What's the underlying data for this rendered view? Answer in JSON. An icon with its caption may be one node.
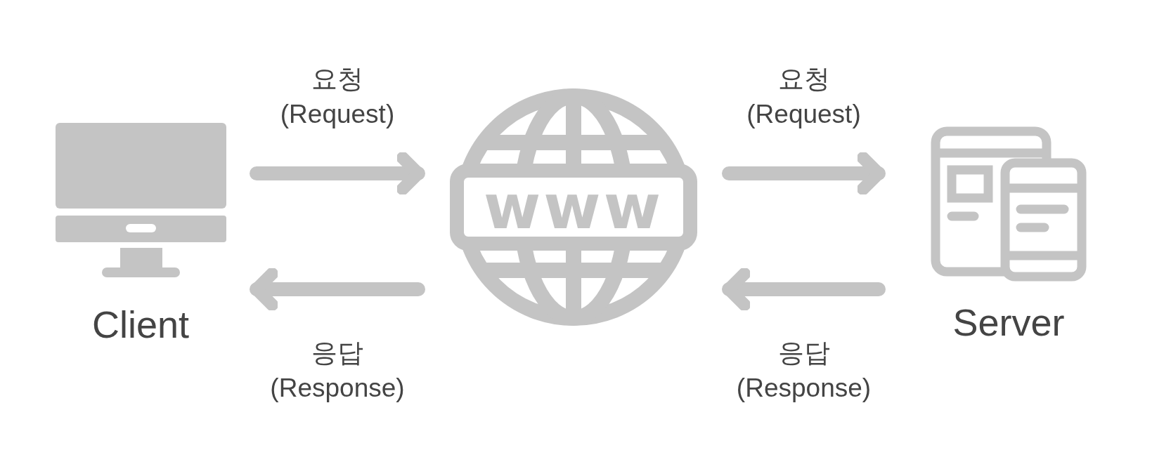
{
  "diagram": {
    "nodes": [
      {
        "text": [
          "Client"
        ]
      },
      {
        "text": [
          "www"
        ]
      },
      {
        "text": [
          "Server"
        ]
      }
    ],
    "edges": [
      {
        "from": 0,
        "to": 1,
        "arrow": "to",
        "label": "요청 (Request)"
      },
      {
        "from": 1,
        "to": 0,
        "arrow": "to",
        "label": "응답 (Response)"
      },
      {
        "from": 1,
        "to": 2,
        "arrow": "to",
        "label": "요청 (Request)"
      },
      {
        "from": 2,
        "to": 1,
        "arrow": "to",
        "label": "응답 (Response)"
      }
    ]
  }
}
